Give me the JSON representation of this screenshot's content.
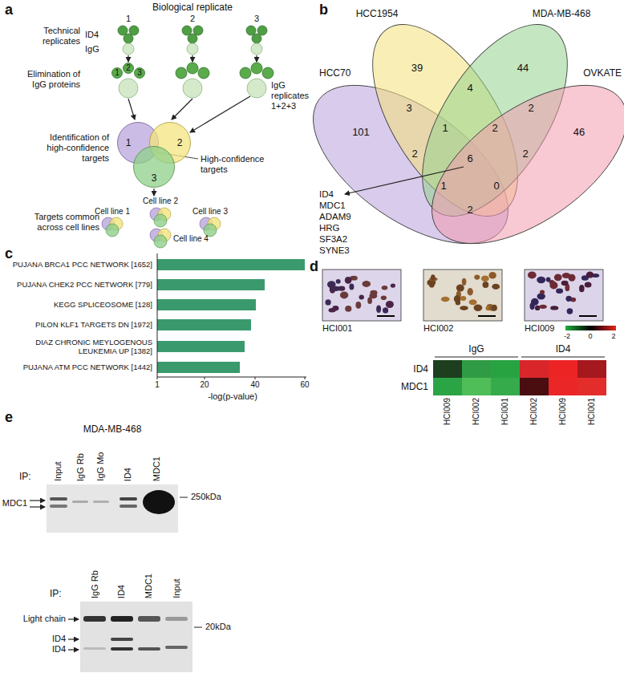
{
  "diagram": {
    "nodes": [
      {
        "text": [
          "1"
        ]
      },
      {
        "text": [
          "2"
        ]
      },
      {
        "text": [
          "3"
        ]
      },
      {
        "text": [
          "1"
        ]
      },
      {
        "text": [
          "2"
        ]
      },
      {
        "text": [
          "3"
        ]
      }
    ],
    "labels": [
      "a",
      "Biological replicate",
      "1",
      "2",
      "3",
      "Technical replicates",
      "ID4",
      "IgG",
      "Elimination of IgG proteins",
      "IgG replicates 1+2+3",
      "Identification of high-confidence targets",
      "High-confidence targets",
      "Cell line 2",
      "Cell line 1",
      "Cell line 3",
      "Cell line 4",
      "Targets common across cell lines",
      "b",
      "HCC70",
      "HCC1954",
      "MDA-MB-468",
      "OVKATE",
      "101",
      "39",
      "44",
      "46",
      "3",
      "4",
      "2",
      "1",
      "2",
      "2",
      "6",
      "2",
      "1",
      "0",
      "2",
      "ID4",
      "MDC1",
      "ADAM9",
      "HRG",
      "SF3A2",
      "SYNE3",
      "c",
      "PUJANA BRCA1 PCC NETWORK [1652]",
      "PUJANA CHEK2 PCC NETWORK [779]",
      "KEGG SPLICEOSOME [128]",
      "PILON KLF1 TARGETS DN [1972]",
      "DIAZ CHRONIC MEYLOGENOUS LEUKEMIA UP [1382]",
      "PUJANA ATM PCC NETWORK [1442]",
      "1",
      "20",
      "40",
      "60",
      "-log(p-value)",
      "d",
      "HCI001",
      "HCI002",
      "HCI009",
      "-2",
      "0",
      "2",
      "IgG",
      "ID4",
      "ID4",
      "MDC1",
      "HCI009",
      "HCI002",
      "HCI001",
      "HCI002",
      "HCI009",
      "HCI001",
      "e",
      "MDA-MB-468",
      "IP:",
      "Input",
      "IgG Rb",
      "IgG Mo",
      "ID4",
      "MDC1",
      "MDC1",
      "250kDa",
      "IP:",
      "IgG Rb",
      "ID4",
      "MDC1",
      "Input",
      "Light chain",
      "ID4",
      "ID4",
      "20kDa"
    ]
  }
}
